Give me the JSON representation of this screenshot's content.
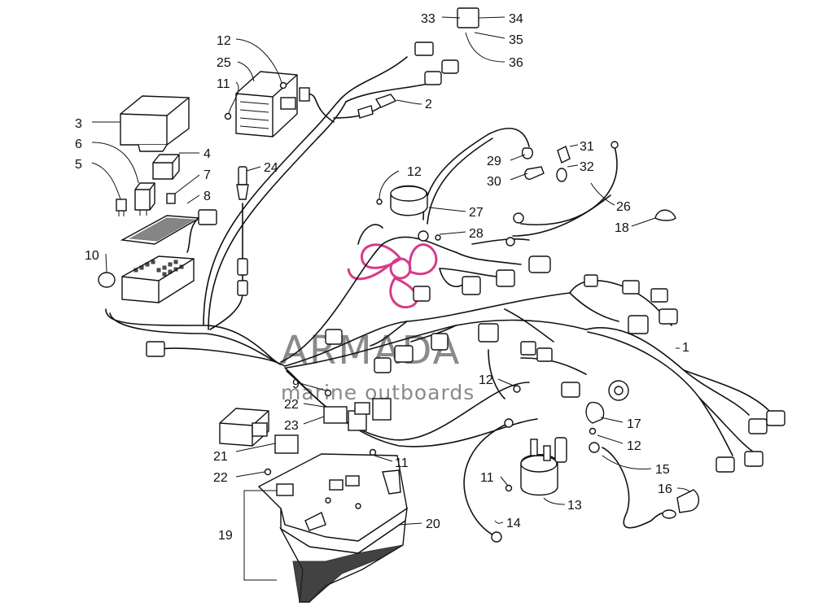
{
  "watermark": {
    "brand": "ARMADA",
    "tagline": "marine outboards",
    "logo_color": "#d63b8a"
  },
  "callouts": [
    {
      "id": "c33",
      "label": "33"
    },
    {
      "id": "c34",
      "label": "34"
    },
    {
      "id": "c35",
      "label": "35"
    },
    {
      "id": "c36",
      "label": "36"
    },
    {
      "id": "c12a",
      "label": "12"
    },
    {
      "id": "c25",
      "label": "25"
    },
    {
      "id": "c11a",
      "label": "11"
    },
    {
      "id": "c2",
      "label": "2"
    },
    {
      "id": "c3",
      "label": "3"
    },
    {
      "id": "c6",
      "label": "6"
    },
    {
      "id": "c4",
      "label": "4"
    },
    {
      "id": "c5",
      "label": "5"
    },
    {
      "id": "c7",
      "label": "7"
    },
    {
      "id": "c8",
      "label": "8"
    },
    {
      "id": "c24",
      "label": "24"
    },
    {
      "id": "c10",
      "label": "10"
    },
    {
      "id": "c29",
      "label": "29"
    },
    {
      "id": "c31",
      "label": "31"
    },
    {
      "id": "c30",
      "label": "30"
    },
    {
      "id": "c32",
      "label": "32"
    },
    {
      "id": "c12b",
      "label": "12"
    },
    {
      "id": "c27",
      "label": "27"
    },
    {
      "id": "c28",
      "label": "28"
    },
    {
      "id": "c26",
      "label": "26"
    },
    {
      "id": "c18",
      "label": "18"
    },
    {
      "id": "c1",
      "label": "1"
    },
    {
      "id": "c9",
      "label": "9"
    },
    {
      "id": "c22a",
      "label": "22"
    },
    {
      "id": "c23",
      "label": "23"
    },
    {
      "id": "c12c",
      "label": "12"
    },
    {
      "id": "c17",
      "label": "17"
    },
    {
      "id": "c12d",
      "label": "12"
    },
    {
      "id": "c21",
      "label": "21"
    },
    {
      "id": "c11b",
      "label": "11"
    },
    {
      "id": "c22b",
      "label": "22"
    },
    {
      "id": "c15",
      "label": "15"
    },
    {
      "id": "c11c",
      "label": "11"
    },
    {
      "id": "c16",
      "label": "16"
    },
    {
      "id": "c13",
      "label": "13"
    },
    {
      "id": "c19",
      "label": "19"
    },
    {
      "id": "c20",
      "label": "20"
    },
    {
      "id": "c14",
      "label": "14"
    }
  ]
}
